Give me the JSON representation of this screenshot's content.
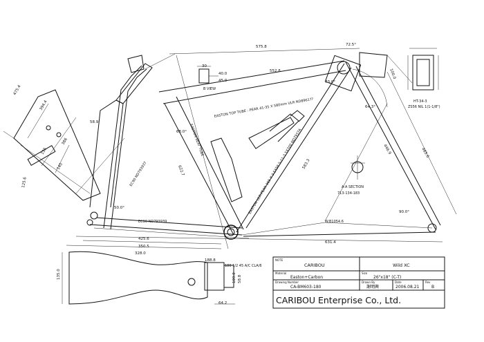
{
  "dimensions": {
    "top_length": "575.8",
    "top_length_inner": "552.8",
    "left_fork_long": "475.4",
    "fork_a": "394.4",
    "fork_b": "386",
    "fork_c": "155",
    "fork_d": "145",
    "fork_e": "125.6",
    "mid_offset": "58.9",
    "seat_tube": "622.7",
    "down_tube": "583.3",
    "rear_tri": "465.6",
    "rear_center": "446.9",
    "chainstay_len": "425.6",
    "wheelbase": "631.4",
    "chainstay_2": "350.5",
    "chainstay_3": "328.0",
    "head_dim": "100.0",
    "angle_a": "72.5°",
    "angle_b": "73.0°",
    "angle_c": "64.3°",
    "angle_d": "68.0°",
    "angle_e": "90.0°",
    "angle_f": "50.0°",
    "bview_top": "30",
    "bview_right": "40.0",
    "bview_low": "45.0",
    "bottom_side": "188.8",
    "bottom_width": "64.2",
    "bottom_left": "135.0",
    "bottom_r1": "109.0",
    "bottom_r2": "58.8"
  },
  "labels": {
    "b_view": "B VIEW",
    "top_tube_note": "EASTON TOP TUBE : PEAR 41-35 X 580mm ULR ND8961??",
    "seat_tube_note": "EASTON SEAT TUBE",
    "down_tube_note": "EASTON ULR PEAR-365 X 3.5X58.5-11-3.5X700 ND7937A",
    "ec90_note_1": "EC90 ND793937",
    "ec90_note_2": "EC90 ND793939",
    "head_note": "HT-34-3",
    "head_note_2": "ZS56 NIL 1(1-1/8\")",
    "section_label": "A-A SECTION",
    "section_code": "713-134-183",
    "weight_note": "W.B1054.6",
    "plate_note": "180 1/2 45 A/C CLA/6"
  },
  "title_block": {
    "note_caption": "NOTE",
    "customer": "CARIBOU",
    "model": "Wild XC",
    "material_caption": "Material",
    "material": "Easton+Carbon",
    "size_caption": "Size",
    "size": "26\"x18\"  (C-T)",
    "drawing_number_caption": "Drawing Number",
    "drawing_number": "CA-BM603-180",
    "drawn_by_caption": "Drawn By",
    "drawn_by": "謝明興",
    "date_caption": "Date",
    "date": "2006.08.21",
    "rev_caption": "Rev",
    "rev": "B",
    "company": "CARIBOU Enterprise Co., Ltd."
  }
}
